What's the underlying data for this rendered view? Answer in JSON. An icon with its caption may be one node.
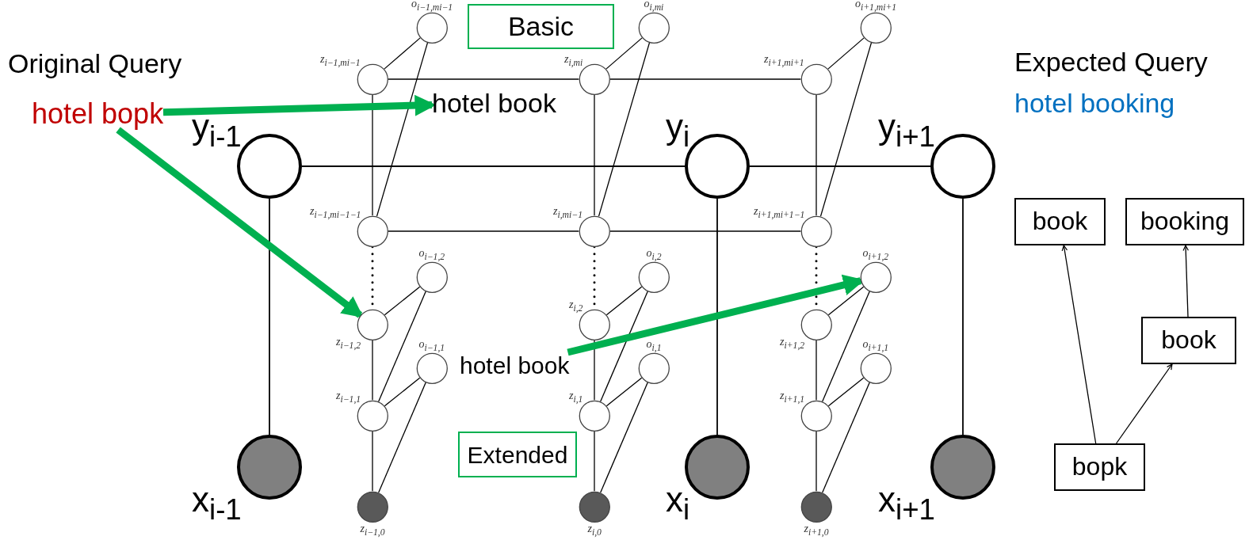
{
  "diagram": {
    "nodes": [
      {
        "text": [
          "Basic"
        ]
      },
      {
        "text": [
          "Extended"
        ]
      },
      {
        "text": [
          "o$_{i−1,m}$$_{i−1}$"
        ]
      },
      {
        "text": [
          "z$_{i−1,m}$$_{i−1}$"
        ]
      },
      {
        "text": [
          "z$_{i−1,m}$$_{i−1}$$_{−1}$"
        ]
      },
      {
        "text": [
          "o$_{i−1,2}$"
        ]
      },
      {
        "text": [
          "z$_{i−1,2}$"
        ]
      },
      {
        "text": [
          "o$_{i−1,1}$"
        ]
      },
      {
        "text": [
          "z$_{i−1,1}$"
        ]
      },
      {
        "text": [
          "z$_{i−1,0}$"
        ]
      },
      {
        "text": [
          "o$_{i,m}$$_{i}$"
        ]
      },
      {
        "text": [
          "z$_{i,m}$$_{i}$"
        ]
      },
      {
        "text": [
          "z$_{i,m}$$_{i}$$_{−1}$"
        ]
      },
      {
        "text": [
          "o$_{i,2}$"
        ]
      },
      {
        "text": [
          "z$_{i,2}$"
        ]
      },
      {
        "text": [
          "o$_{i,1}$"
        ]
      },
      {
        "text": [
          "z$_{i,1}$"
        ]
      },
      {
        "text": [
          "z$_{i,0}$"
        ]
      },
      {
        "text": [
          "o$_{i+1,m}$$_{i+1}$"
        ]
      },
      {
        "text": [
          "z$_{i+1,m}$$_{i+1}$"
        ]
      },
      {
        "text": [
          "z$_{i+1,m}$$_{i+1}$$_{−1}$"
        ]
      },
      {
        "text": [
          "o$_{i+1,2}$"
        ]
      },
      {
        "text": [
          "z$_{i+1,2}$"
        ]
      },
      {
        "text": [
          "o$_{i+1,1}$"
        ]
      },
      {
        "text": [
          "z$_{i+1,1}$"
        ]
      },
      {
        "text": [
          "z$_{i+1,0}$"
        ]
      },
      {
        "text": [
          "y$_{i-1}$"
        ]
      },
      {
        "text": [
          "y$_{i}$"
        ]
      },
      {
        "text": [
          "y$_{i+1}$"
        ]
      },
      {
        "text": [
          "x$_{i-1}$"
        ]
      },
      {
        "text": [
          "x$_{i}$"
        ]
      },
      {
        "text": [
          "x$_{i+1}$"
        ]
      },
      {
        "text": [
          "hotel bopk"
        ]
      },
      {
        "text": [
          "hotel book"
        ]
      },
      {
        "text": [
          "hotel book"
        ]
      },
      {
        "text": [
          "book"
        ]
      },
      {
        "text": [
          "booking"
        ]
      },
      {
        "text": [
          "book"
        ]
      },
      {
        "text": [
          "bopk"
        ]
      }
    ],
    "edges": [
      {
        "from": 2,
        "to": 3,
        "arrow": "none"
      },
      {
        "from": 2,
        "to": 4,
        "arrow": "none"
      },
      {
        "from": 3,
        "to": 4,
        "arrow": "none"
      },
      {
        "from": 4,
        "to": 6,
        "arrow": "none",
        "style": "dashed"
      },
      {
        "from": 5,
        "to": 6,
        "arrow": "none"
      },
      {
        "from": 5,
        "to": 8,
        "arrow": "none"
      },
      {
        "from": 6,
        "to": 8,
        "arrow": "none"
      },
      {
        "from": 7,
        "to": 8,
        "arrow": "none"
      },
      {
        "from": 7,
        "to": 9,
        "arrow": "none"
      },
      {
        "from": 8,
        "to": 9,
        "arrow": "none"
      },
      {
        "from": 10,
        "to": 11,
        "arrow": "none"
      },
      {
        "from": 10,
        "to": 12,
        "arrow": "none"
      },
      {
        "from": 11,
        "to": 12,
        "arrow": "none"
      },
      {
        "from": 12,
        "to": 14,
        "arrow": "none",
        "style": "dashed"
      },
      {
        "from": 13,
        "to": 14,
        "arrow": "none"
      },
      {
        "from": 13,
        "to": 16,
        "arrow": "none"
      },
      {
        "from": 14,
        "to": 16,
        "arrow": "none"
      },
      {
        "from": 15,
        "to": 16,
        "arrow": "none"
      },
      {
        "from": 15,
        "to": 17,
        "arrow": "none"
      },
      {
        "from": 16,
        "to": 17,
        "arrow": "none"
      },
      {
        "from": 18,
        "to": 19,
        "arrow": "none"
      },
      {
        "from": 18,
        "to": 20,
        "arrow": "none"
      },
      {
        "from": 19,
        "to": 20,
        "arrow": "none"
      },
      {
        "from": 20,
        "to": 22,
        "arrow": "none",
        "style": "dashed"
      },
      {
        "from": 21,
        "to": 22,
        "arrow": "none"
      },
      {
        "from": 21,
        "to": 24,
        "arrow": "none"
      },
      {
        "from": 22,
        "to": 24,
        "arrow": "none"
      },
      {
        "from": 23,
        "to": 24,
        "arrow": "none"
      },
      {
        "from": 23,
        "to": 25,
        "arrow": "none"
      },
      {
        "from": 24,
        "to": 25,
        "arrow": "none"
      },
      {
        "from": 3,
        "to": 11,
        "arrow": "none"
      },
      {
        "from": 11,
        "to": 19,
        "arrow": "none"
      },
      {
        "from": 4,
        "to": 12,
        "arrow": "none"
      },
      {
        "from": 12,
        "to": 20,
        "arrow": "none"
      },
      {
        "from": 26,
        "to": 27,
        "arrow": "none"
      },
      {
        "from": 27,
        "to": 28,
        "arrow": "none"
      },
      {
        "from": 26,
        "to": 29,
        "arrow": "none"
      },
      {
        "from": 27,
        "to": 30,
        "arrow": "none"
      },
      {
        "from": 28,
        "to": 31,
        "arrow": "none"
      },
      {
        "from": 32,
        "to": 33,
        "arrow": "to",
        "style": "thick",
        "color": "#00b050"
      },
      {
        "from": 32,
        "to": 6,
        "arrow": "to",
        "style": "thick",
        "color": "#00b050"
      },
      {
        "from": 34,
        "to": 21,
        "arrow": "to",
        "style": "thick",
        "color": "#00b050"
      },
      {
        "from": 38,
        "to": 35,
        "arrow": "to"
      },
      {
        "from": 38,
        "to": 37,
        "arrow": "to"
      },
      {
        "from": 37,
        "to": 36,
        "arrow": "to"
      }
    ],
    "labels": [
      "Original Query",
      "Expected Query",
      "hotel booking"
    ]
  }
}
